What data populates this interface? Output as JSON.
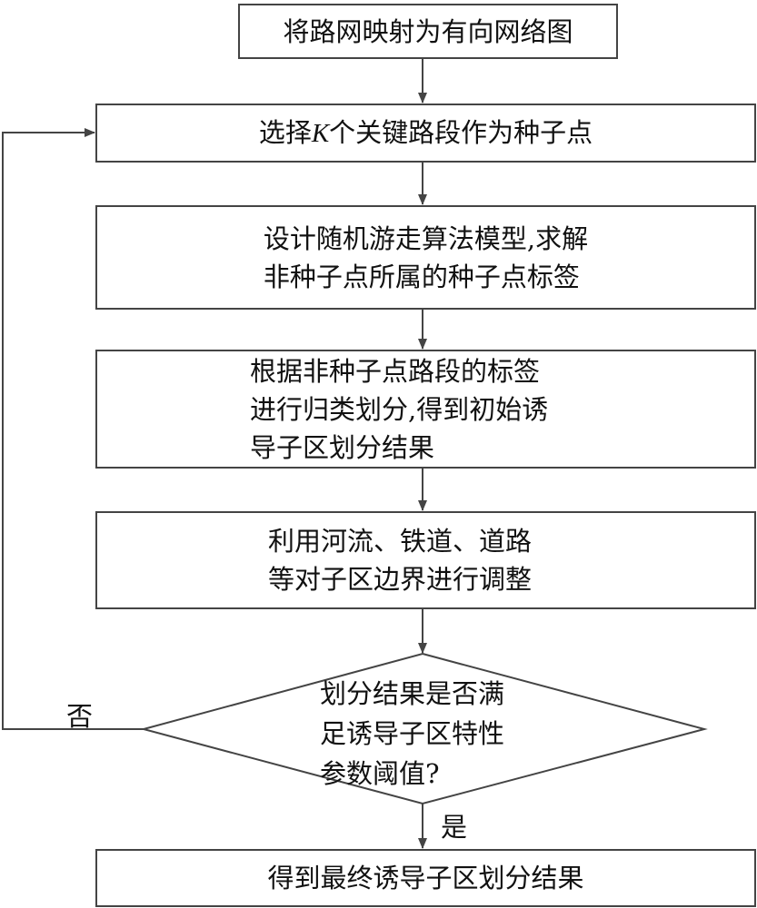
{
  "steps": [
    {
      "text": "将路网映射为有向网络图"
    },
    {
      "before": "选择",
      "italic": "K",
      "after": "个关键路段作为种子点"
    },
    {
      "text": "设计随机游走算法模型,求解\n非种子点所属的种子点标签"
    },
    {
      "text": "根据非种子点路段的标签\n进行归类划分,得到初始诱\n导子区划分结果"
    },
    {
      "text": "利用河流、铁道、道路\n等对子区边界进行调整"
    }
  ],
  "decision": {
    "text": "划分结果是否满\n足诱导子区特性\n参数阈值?",
    "no_label": "否",
    "yes_label": "是"
  },
  "final": {
    "text": "得到最终诱导子区划分结果"
  },
  "colors": {
    "line": "#444444",
    "text": "#111111"
  }
}
